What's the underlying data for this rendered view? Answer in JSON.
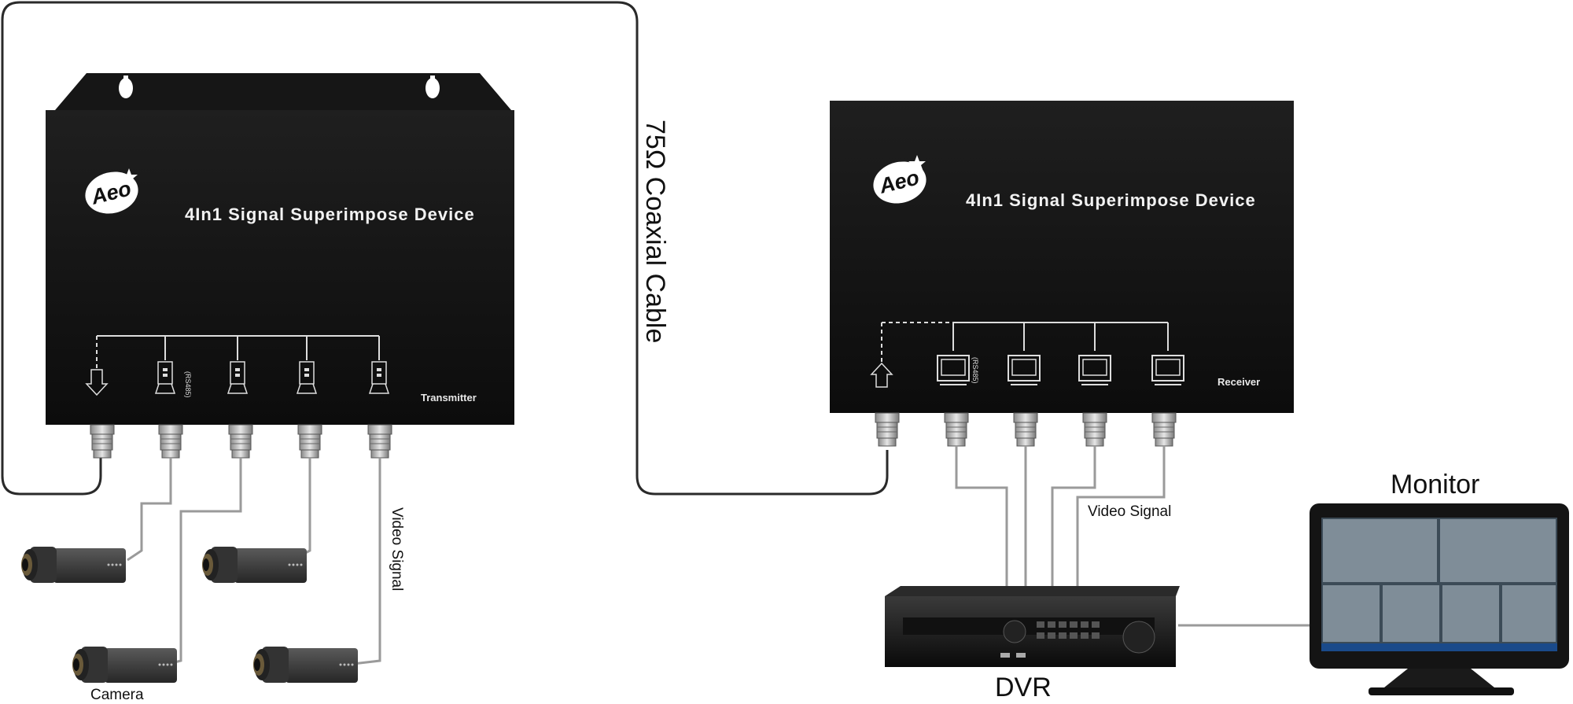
{
  "transmitter": {
    "logo": "Aeo",
    "title": "4In1 Signal Superimpose Device",
    "role": "Transmitter",
    "port_note": "(RS485)"
  },
  "receiver": {
    "logo": "Aeo",
    "title": "4In1 Signal Superimpose Device",
    "role": "Receiver",
    "port_note": "(RS485)"
  },
  "labels": {
    "cable": "75Ω Coaxial Cable",
    "video_signal_left": "Video Signal",
    "video_signal_right": "Video Signal",
    "camera": "Camera",
    "dvr": "DVR",
    "monitor": "Monitor"
  },
  "colors": {
    "device_body": "#141414",
    "cable": "#2a2a2a",
    "signal_wire": "#9a9a9a",
    "connector": "#c8c8c8",
    "logo_bg": "#ffffff"
  }
}
